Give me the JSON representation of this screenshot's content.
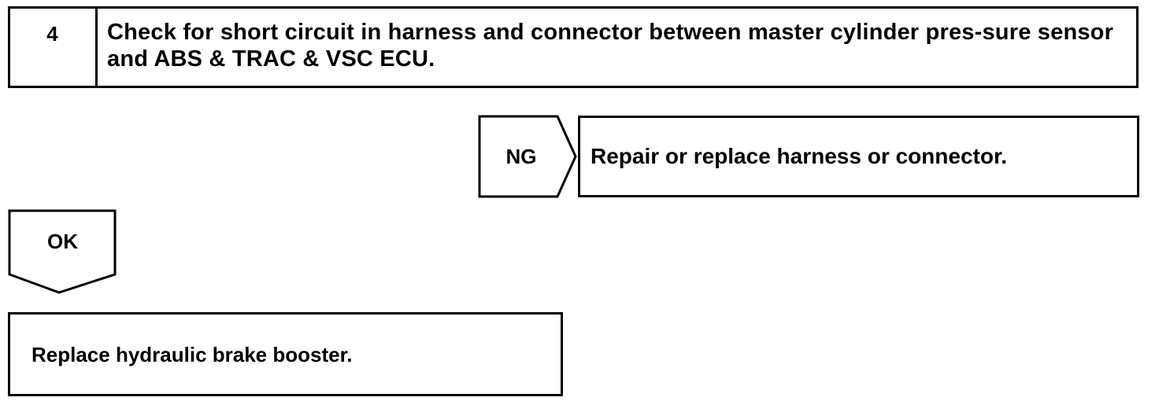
{
  "step": {
    "number": "4",
    "title": "Check for short circuit in harness and connector between master cylinder pres-sure sensor and ABS & TRAC & VSC ECU."
  },
  "ng_branch": {
    "label": "NG",
    "action": "Repair or replace harness or connector."
  },
  "ok_branch": {
    "label": "OK",
    "action": "Replace hydraulic brake booster."
  }
}
